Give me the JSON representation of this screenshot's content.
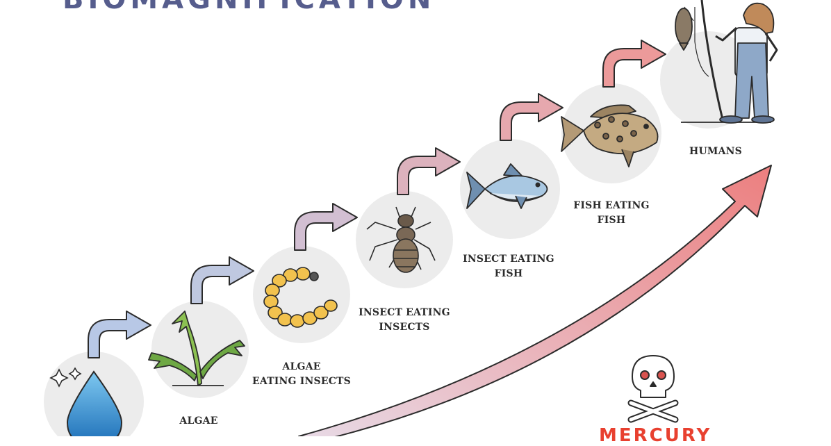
{
  "title_fragment": "BIOMAGNIFICATION",
  "levels": [
    {
      "label": "",
      "icon": "water-drop-icon"
    },
    {
      "label": "ALGAE",
      "icon": "algae-icon"
    },
    {
      "label": "ALGAE\nEATING INSECTS",
      "icon": "larva-icon"
    },
    {
      "label": "INSECT EATING\nINSECTS",
      "icon": "insect-icon"
    },
    {
      "label": "INSECT EATING\nFISH",
      "icon": "small-fish-icon"
    },
    {
      "label": "FISH EATING\nFISH",
      "icon": "large-fish-icon"
    },
    {
      "label": "HUMANS",
      "icon": "human-fisher-icon"
    }
  ],
  "hazard": {
    "icon": "skull-crossbones-icon",
    "label_fragment": "MERCURY"
  },
  "colors": {
    "circle": "#ececec",
    "arrow_start": "#b8c8e6",
    "arrow_end": "#ec9a9a",
    "big_arrow_start": "#e8dae6",
    "big_arrow_end": "#ec7f7f",
    "outline": "#2b2b2b",
    "hazard_red": "#e8402f"
  }
}
